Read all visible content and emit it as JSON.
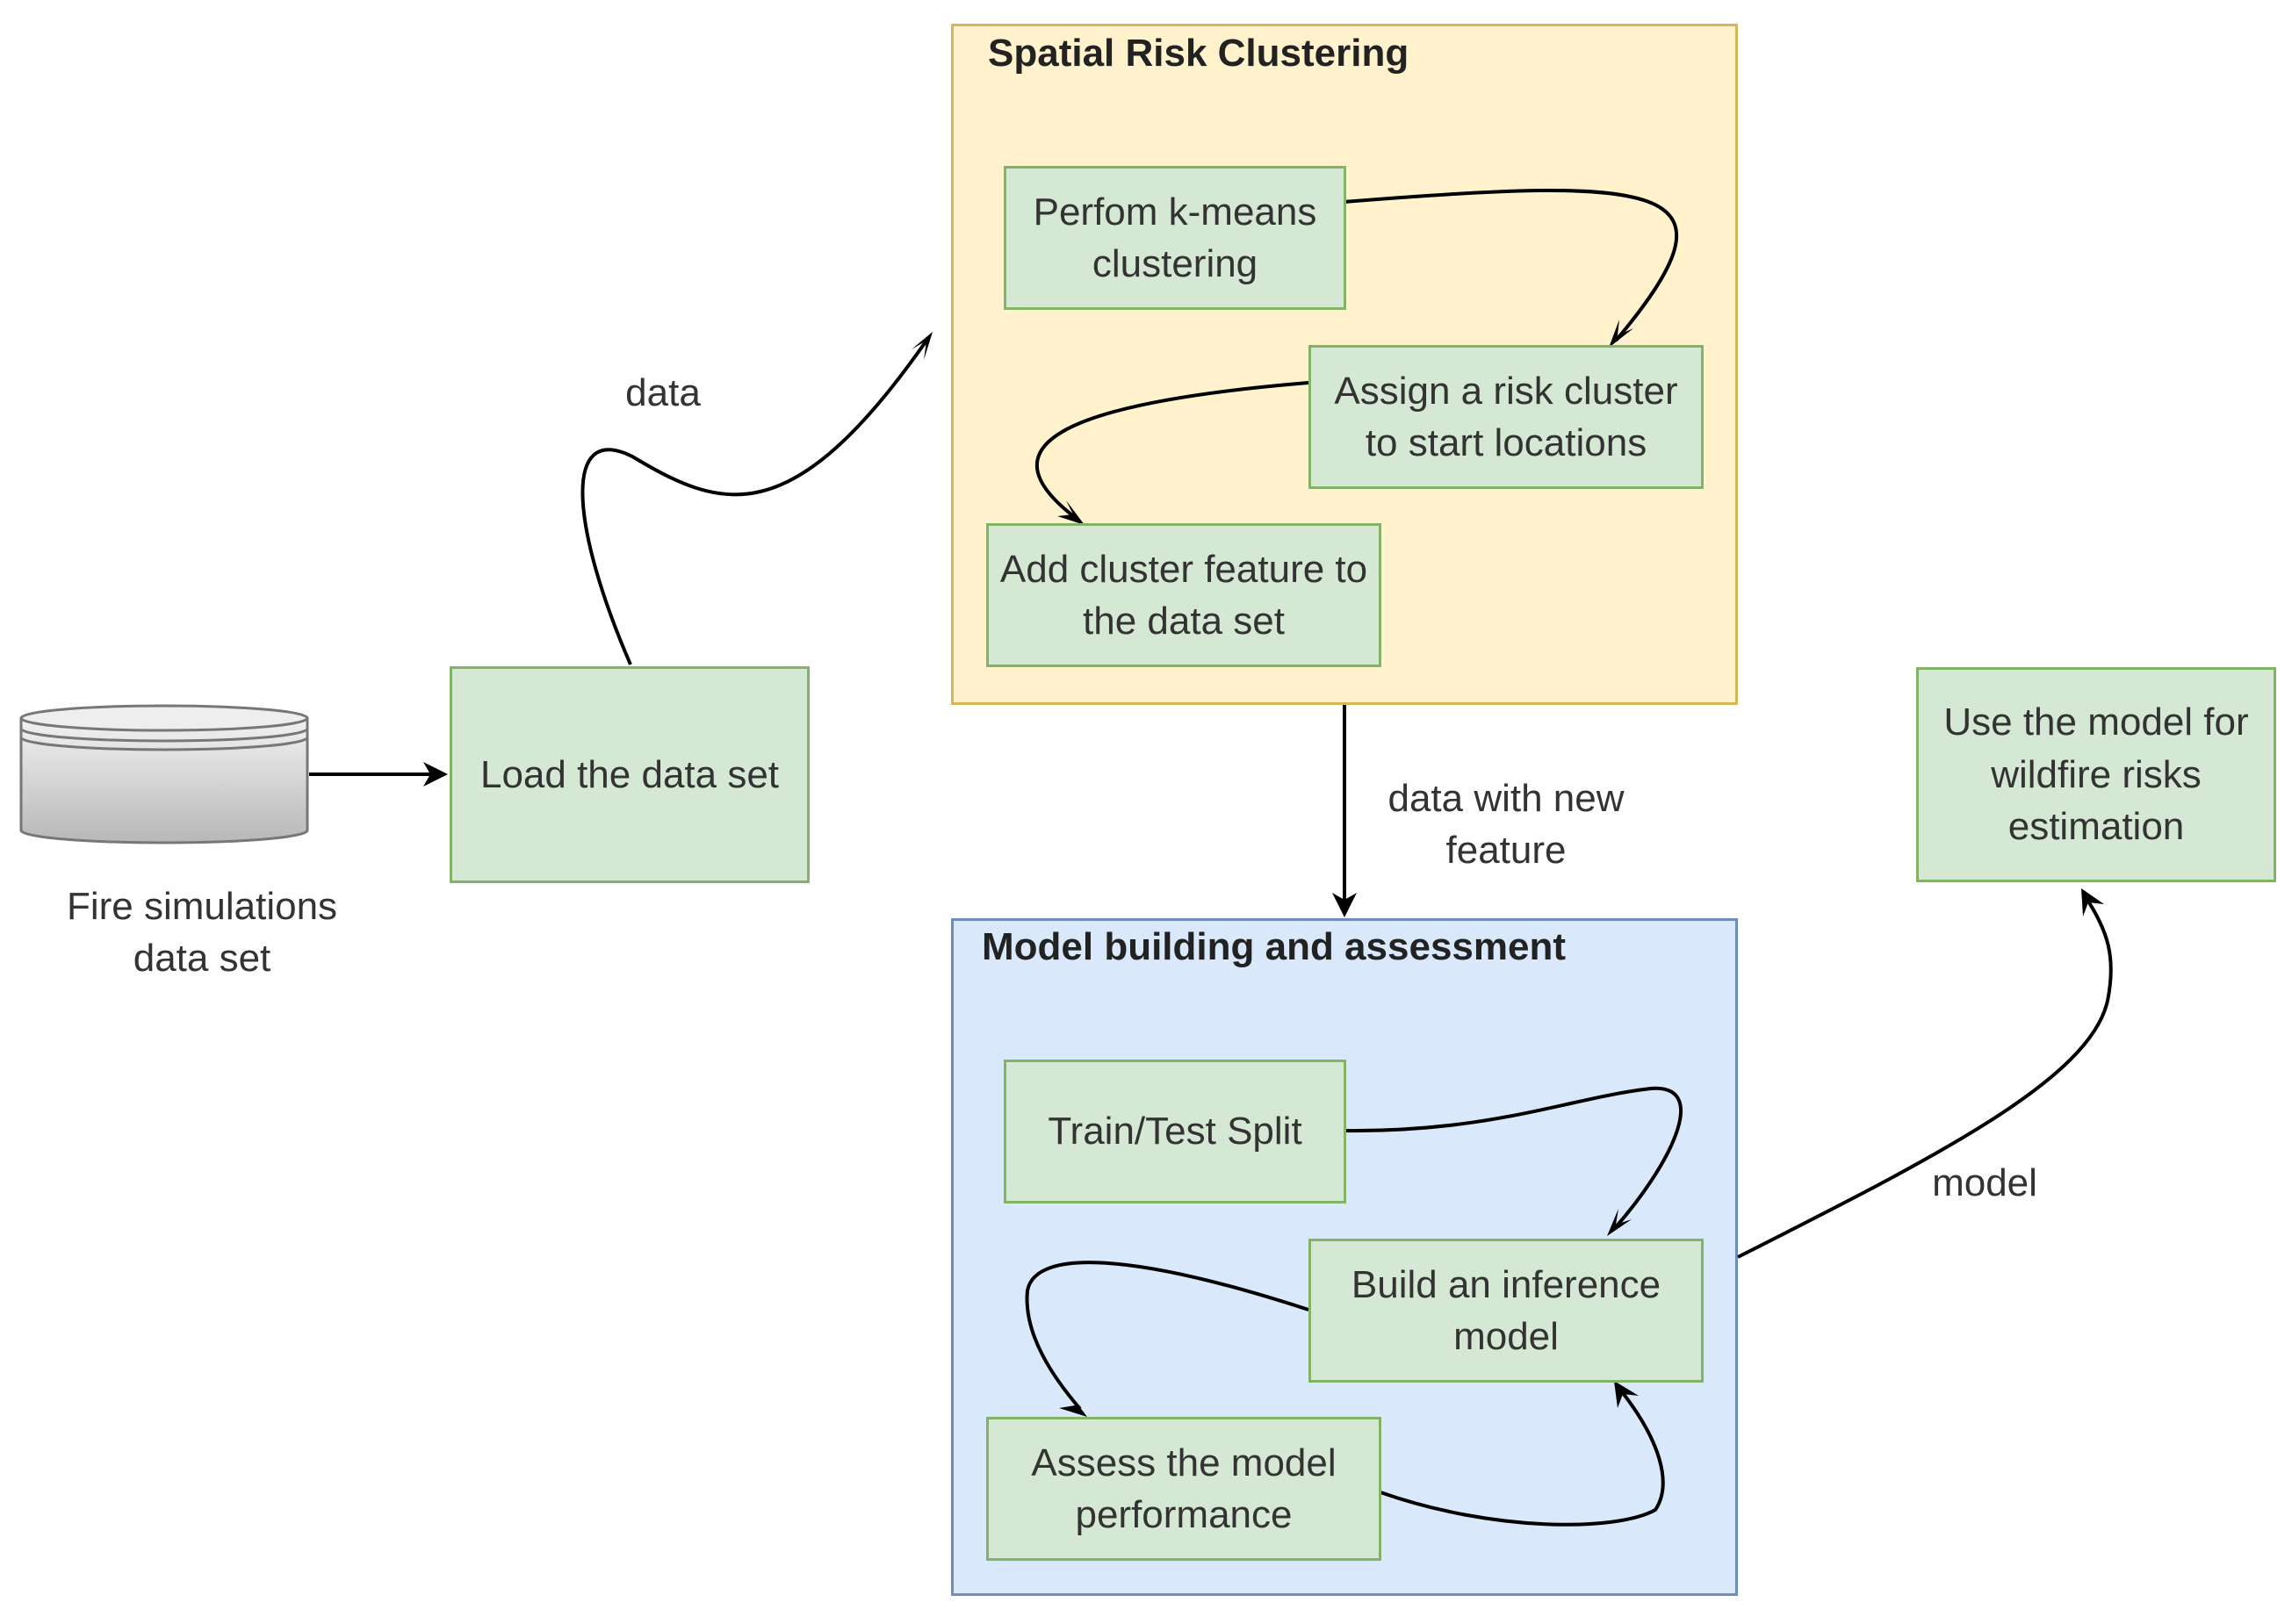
{
  "database": {
    "label": "Fire simulations\ndata set"
  },
  "nodes": {
    "load": "Load the data set",
    "kmeans": "Perfom k-means clustering",
    "assign": "Assign a risk cluster to start locations",
    "add_feature": "Add cluster feature to the data set",
    "split": "Train/Test Split",
    "build": "Build an inference model",
    "assess": "Assess the model performance",
    "use": "Use the model for wildfire risks estimation"
  },
  "groups": {
    "clustering": "Spatial Risk Clustering",
    "modeling": "Model building and assessment"
  },
  "edge_labels": {
    "data": "data",
    "data_new_feature": "data with new\nfeature",
    "model": "model"
  },
  "colors": {
    "node_fill": "#d5e8d4",
    "node_border": "#82b366",
    "group_orange_fill": "#fff2cc",
    "group_orange_border": "#d6b656",
    "group_blue_fill": "#dae8fc",
    "group_blue_border": "#6c8ebf"
  }
}
